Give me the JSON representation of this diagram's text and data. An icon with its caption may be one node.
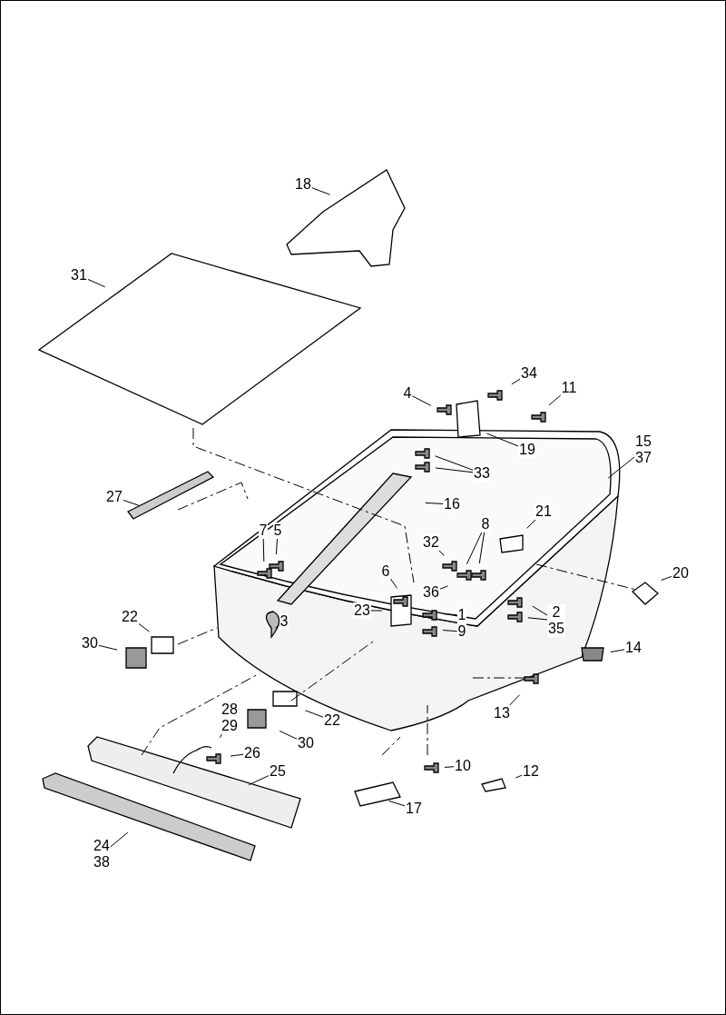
{
  "diagram": {
    "nodes": [
      {
        "text": [
          "18"
        ]
      },
      {
        "text": [
          "31"
        ]
      },
      {
        "text": [
          "4"
        ]
      },
      {
        "text": [
          "34"
        ]
      },
      {
        "text": [
          "11"
        ]
      },
      {
        "text": [
          "19"
        ]
      },
      {
        "text": [
          "15",
          "37"
        ]
      },
      {
        "text": [
          "33"
        ]
      },
      {
        "text": [
          "27"
        ]
      },
      {
        "text": [
          "16"
        ]
      },
      {
        "text": [
          "8"
        ]
      },
      {
        "text": [
          "21"
        ]
      },
      {
        "text": [
          "7"
        ]
      },
      {
        "text": [
          "5"
        ]
      },
      {
        "text": [
          "32"
        ]
      },
      {
        "text": [
          "20"
        ]
      },
      {
        "text": [
          "6"
        ]
      },
      {
        "text": [
          "36"
        ]
      },
      {
        "text": [
          "23"
        ]
      },
      {
        "text": [
          "1"
        ]
      },
      {
        "text": [
          "2",
          "35"
        ]
      },
      {
        "text": [
          "9"
        ]
      },
      {
        "text": [
          "3"
        ]
      },
      {
        "text": [
          "22"
        ]
      },
      {
        "text": [
          "30"
        ]
      },
      {
        "text": [
          "14"
        ]
      },
      {
        "text": [
          "13"
        ]
      },
      {
        "text": [
          "28",
          "29"
        ]
      },
      {
        "text": [
          "22"
        ]
      },
      {
        "text": [
          "30"
        ]
      },
      {
        "text": [
          "26"
        ]
      },
      {
        "text": [
          "10"
        ]
      },
      {
        "text": [
          "12"
        ]
      },
      {
        "text": [
          "25"
        ]
      },
      {
        "text": [
          "17"
        ]
      },
      {
        "text": [
          "24",
          "38"
        ]
      }
    ],
    "edges": [
      {
        "from": 0,
        "to": null,
        "arrow": "none"
      },
      {
        "from": 1,
        "to": null,
        "arrow": "none"
      },
      {
        "from": 2,
        "to": null,
        "arrow": "none"
      },
      {
        "from": 3,
        "to": null,
        "arrow": "none"
      },
      {
        "from": 4,
        "to": null,
        "arrow": "none"
      },
      {
        "from": 5,
        "to": null,
        "arrow": "none"
      },
      {
        "from": 6,
        "to": null,
        "arrow": "none"
      },
      {
        "from": 7,
        "to": null,
        "arrow": "none"
      },
      {
        "from": 7,
        "to": null,
        "arrow": "none"
      },
      {
        "from": 8,
        "to": null,
        "arrow": "none"
      },
      {
        "from": 9,
        "to": null,
        "arrow": "none"
      },
      {
        "from": 10,
        "to": null,
        "arrow": "none"
      },
      {
        "from": 10,
        "to": null,
        "arrow": "none"
      },
      {
        "from": 11,
        "to": null,
        "arrow": "none"
      },
      {
        "from": 12,
        "to": null,
        "arrow": "none"
      },
      {
        "from": 13,
        "to": null,
        "arrow": "none"
      },
      {
        "from": 14,
        "to": null,
        "arrow": "none"
      },
      {
        "from": 15,
        "to": null,
        "arrow": "none"
      },
      {
        "from": 16,
        "to": null,
        "arrow": "none"
      },
      {
        "from": 17,
        "to": null,
        "arrow": "none"
      },
      {
        "from": 18,
        "to": null,
        "arrow": "none"
      },
      {
        "from": 19,
        "to": null,
        "arrow": "none"
      },
      {
        "from": 20,
        "to": null,
        "arrow": "none"
      },
      {
        "from": 20,
        "to": null,
        "arrow": "none"
      },
      {
        "from": 21,
        "to": null,
        "arrow": "none"
      },
      {
        "from": 22,
        "to": null,
        "arrow": "none"
      },
      {
        "from": 23,
        "to": null,
        "arrow": "none"
      },
      {
        "from": 24,
        "to": null,
        "arrow": "none"
      },
      {
        "from": 25,
        "to": null,
        "arrow": "none"
      },
      {
        "from": 26,
        "to": null,
        "arrow": "none"
      },
      {
        "from": 27,
        "to": null,
        "arrow": "none"
      },
      {
        "from": 28,
        "to": null,
        "arrow": "none"
      },
      {
        "from": 29,
        "to": null,
        "arrow": "none"
      },
      {
        "from": 30,
        "to": null,
        "arrow": "none"
      },
      {
        "from": 31,
        "to": null,
        "arrow": "none"
      },
      {
        "from": 32,
        "to": null,
        "arrow": "none"
      },
      {
        "from": 33,
        "to": null,
        "arrow": "none"
      },
      {
        "from": 34,
        "to": null,
        "arrow": "none"
      },
      {
        "from": 35,
        "to": null,
        "arrow": "none"
      }
    ]
  }
}
